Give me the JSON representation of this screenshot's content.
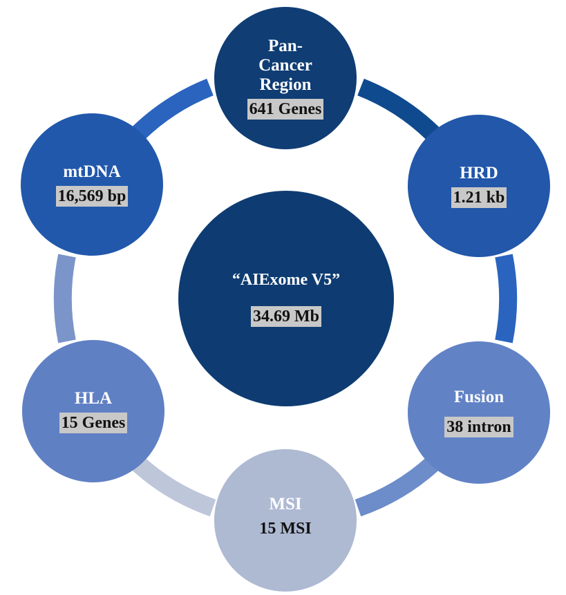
{
  "colors": {
    "center": "#0e3c72",
    "pan_cancer": "#0f3d74",
    "hrd": "#2257a9",
    "mtdna": "#2158ab",
    "fusion": "#6182c5",
    "hla": "#6080c4",
    "msi": "#aeb9d2",
    "label_highlight": "#c8c8c8"
  },
  "center": {
    "title": "“AIExome V5”",
    "value": "34.69 Mb"
  },
  "nodes": {
    "pan_cancer": {
      "title": "Pan-Cancer Region",
      "value": "641 Genes"
    },
    "hrd": {
      "title": "HRD",
      "value": "1.21 kb"
    },
    "fusion": {
      "title": "Fusion",
      "value": "38 intron"
    },
    "msi": {
      "title": "MSI",
      "value": "15 MSI"
    },
    "hla": {
      "title": "HLA",
      "value": "15 Genes"
    },
    "mtdna": {
      "title": "mtDNA",
      "value": "16,569 bp"
    }
  }
}
